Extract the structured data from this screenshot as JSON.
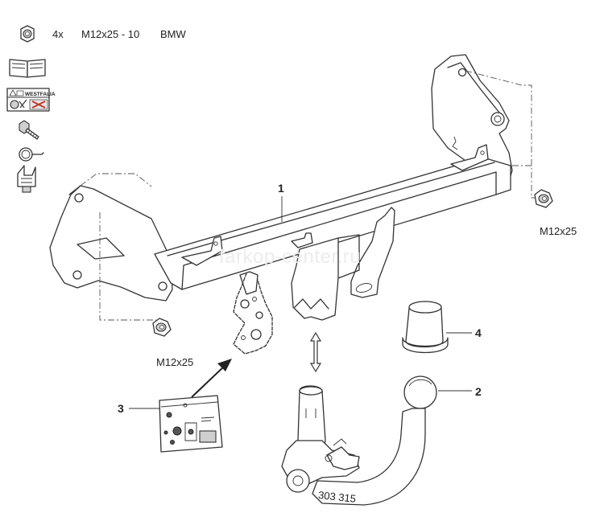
{
  "header": {
    "qty": "4x",
    "bolt_spec": "M12x25 - 10",
    "brand": "BMW"
  },
  "callouts": {
    "c1": "1",
    "c2": "2",
    "c3": "3",
    "c4": "4"
  },
  "nut_labels": {
    "left": "M12x25",
    "right": "M12x25"
  },
  "sheet_logo": "WESTFALIA",
  "part_number": "303 315",
  "watermark": "farkop-center.ru",
  "colors": {
    "line": "#333333",
    "fill": "#ffffff",
    "shade": "#cfcfcf"
  },
  "icons": [
    "nut-icon",
    "manual-book-icon",
    "instruction-sheet-icon",
    "bolt-icon",
    "spring-clip-icon",
    "plug-holder-icon"
  ]
}
